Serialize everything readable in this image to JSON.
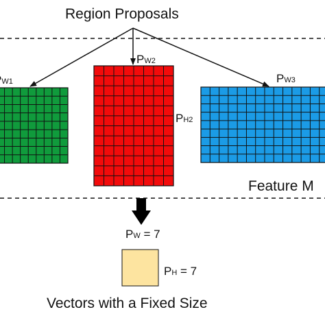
{
  "title": "Region Proposals",
  "feature_label": "Feature M",
  "caption": "Vectors with a Fixed Size",
  "labels": {
    "pw1": {
      "main": "P",
      "sub": "W1"
    },
    "pw2": {
      "main": "P",
      "sub": "W2"
    },
    "ph2": {
      "main": "P",
      "sub": "H2"
    },
    "pw3": {
      "main": "P",
      "sub": "W3"
    },
    "pw_out": {
      "main": "P",
      "sub": "W",
      "rest": " = 7"
    },
    "ph_out": {
      "main": "P",
      "sub": "H",
      "rest": " = 7"
    }
  },
  "colors": {
    "green": "#109b3c",
    "red": "#f20b0b",
    "blue": "#1b9be6",
    "output": "#fde4a0",
    "grid_line": "#111111"
  }
}
